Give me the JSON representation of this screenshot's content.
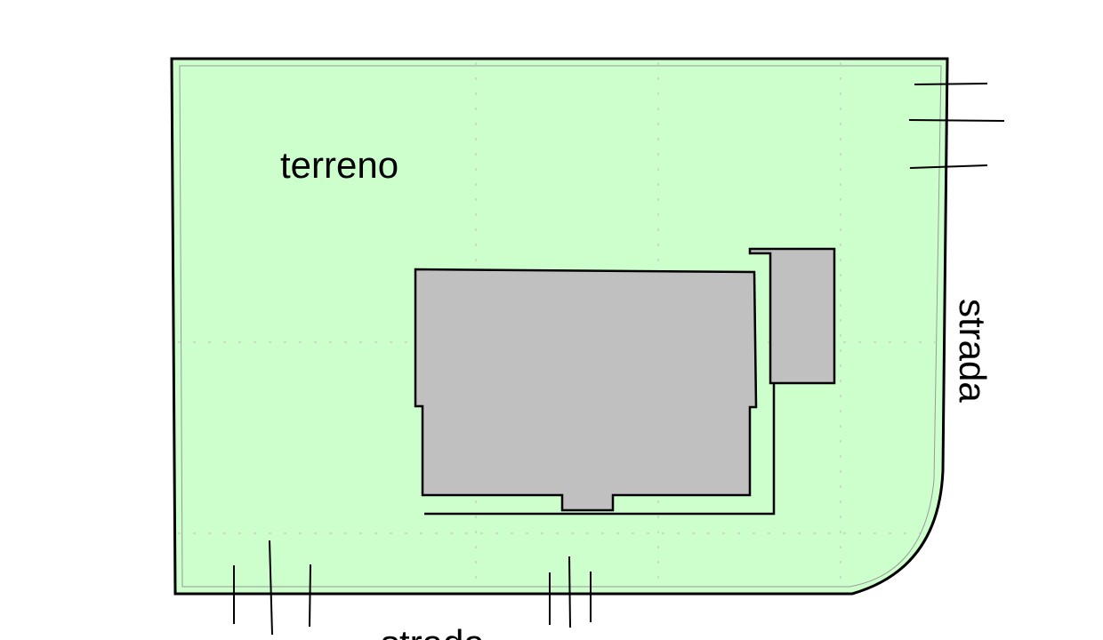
{
  "labels": {
    "land": "terreno",
    "road_east": "strada",
    "road_south": "strada"
  },
  "colors": {
    "land": "#ccffcc",
    "building": "#c0c0c0",
    "outline": "#000000"
  }
}
